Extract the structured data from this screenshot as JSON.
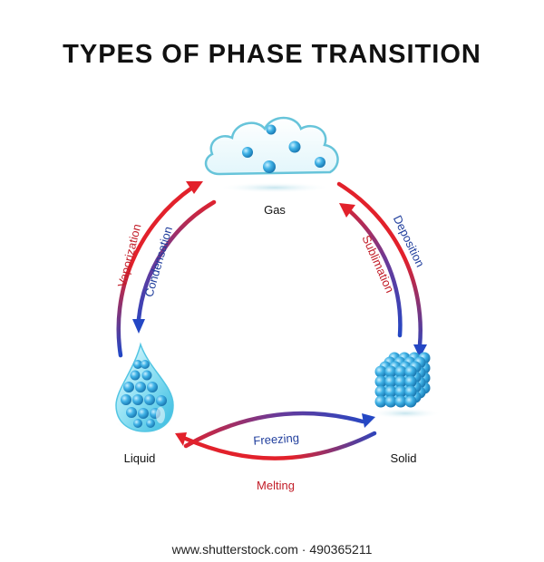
{
  "title": "TYPES OF PHASE TRANSITION",
  "states": {
    "gas": "Gas",
    "liquid": "Liquid",
    "solid": "Solid"
  },
  "transitions": {
    "vaporization": "Vaporization",
    "condensation": "Condensation",
    "deposition": "Deposition",
    "sublimation": "Sublimation",
    "freezing": "Freezing",
    "melting": "Melting"
  },
  "watermark": "www.shutterstock.com · 490365211",
  "colors": {
    "red": "#e2212b",
    "blue": "#2447c4",
    "purple": "#6a3a98",
    "label_red": "#c21d28",
    "label_blue": "#1f3d9c",
    "molecule": "#2fa6df"
  }
}
